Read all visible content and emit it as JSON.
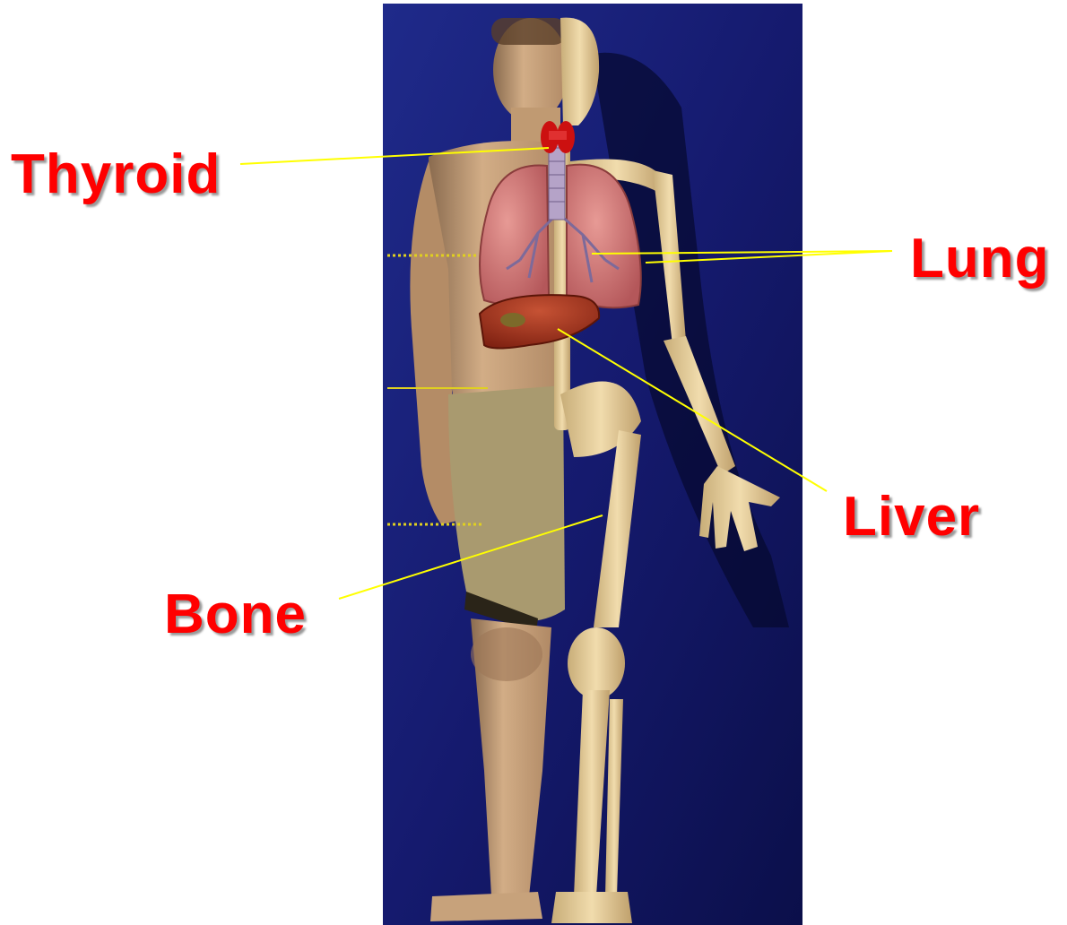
{
  "labels": {
    "thyroid": "Thyroid",
    "lung": "Lung",
    "liver": "Liver",
    "bone": "Bone"
  },
  "colors": {
    "label": "#ff0000",
    "leader_line": "#ffff00",
    "background_panel": "#151a6e",
    "skin": "#c9a57e",
    "shorts": "#a99a6f",
    "bone": "#e6cf9a",
    "lung": "#c86a6a",
    "liver": "#a8321c",
    "thyroid": "#cc1010"
  },
  "image": {
    "subject": "human figure, half skin / half skeleton, with organs overlaid"
  }
}
